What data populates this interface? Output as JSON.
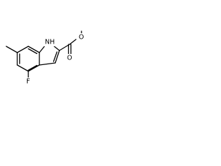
{
  "molecule": {
    "atom_labels": {
      "nh": "NH",
      "fluorine": "F",
      "carbonyl_oxygen": "O",
      "ester_oxygen": "O"
    }
  }
}
